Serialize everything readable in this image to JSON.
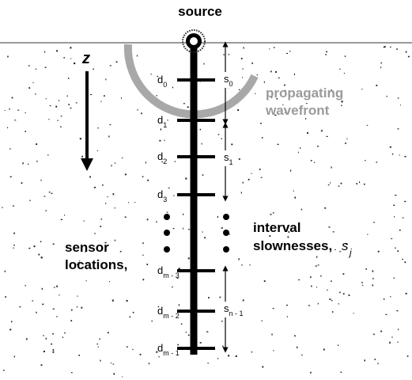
{
  "labels": {
    "source": "source",
    "z": "z",
    "wavefront_line1": "propagating",
    "wavefront_line2": "wavefront",
    "sensor_line1": "sensor",
    "sensor_line2": "locations,",
    "interval_line1": "interval",
    "interval_line2": "slownesses,",
    "interval_symbol": "s",
    "interval_symbol_sub": "j"
  },
  "sensors": [
    {
      "base": "d",
      "sub": "0"
    },
    {
      "base": "d",
      "sub": "1"
    },
    {
      "base": "d",
      "sub": "2"
    },
    {
      "base": "d",
      "sub": "3"
    },
    {
      "base": "d",
      "sub": "m - 3"
    },
    {
      "base": "d",
      "sub": "m - 2"
    },
    {
      "base": "d",
      "sub": "m - 1"
    }
  ],
  "slowness": [
    {
      "base": "s",
      "sub": "0"
    },
    {
      "base": "s",
      "sub": "1"
    },
    {
      "base": "s",
      "sub": "n - 1"
    }
  ],
  "colors": {
    "ground": "#9a9a9a",
    "wavefront": "#a8a8a8",
    "wavefront_label": "#9a9a9a",
    "ink": "#000000"
  }
}
